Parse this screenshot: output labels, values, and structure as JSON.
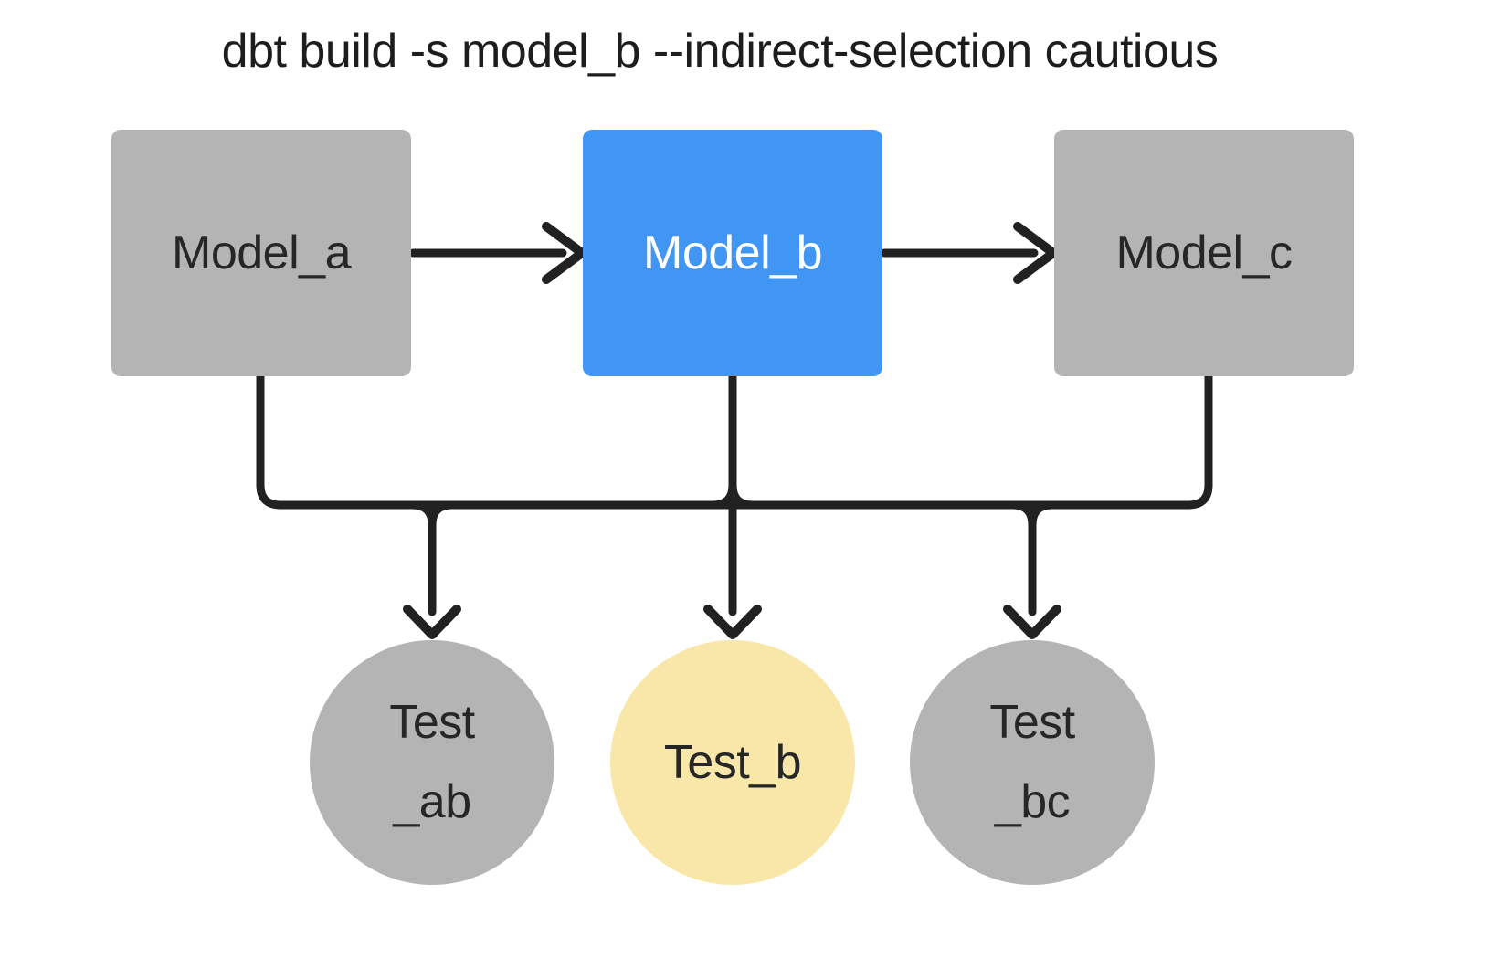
{
  "title": "dbt build -s model_b --indirect-selection cautious",
  "colors": {
    "selected_model": "#4296f3",
    "selected_test": "#f8e7a9",
    "unselected": "#b4b4b4",
    "line": "#212121",
    "text_dark": "#262626",
    "text_light": "#ffffff",
    "background": "#ffffff"
  },
  "nodes": {
    "model_a": {
      "label": "Model_a",
      "shape": "box",
      "state": "unselected",
      "color": "#b4b4b4"
    },
    "model_b": {
      "label": "Model_b",
      "shape": "box",
      "state": "selected",
      "color": "#4296f3"
    },
    "model_c": {
      "label": "Model_c",
      "shape": "box",
      "state": "unselected",
      "color": "#b4b4b4"
    },
    "test_ab": {
      "line1": "Test",
      "line2": "_ab",
      "shape": "circle",
      "state": "unselected",
      "color": "#b4b4b4"
    },
    "test_b": {
      "label": "Test_b",
      "shape": "circle",
      "state": "selected",
      "color": "#f8e7a9"
    },
    "test_bc": {
      "line1": "Test",
      "line2": "_bc",
      "shape": "circle",
      "state": "unselected",
      "color": "#b4b4b4"
    }
  },
  "edges": [
    {
      "from": "model_a",
      "to": "model_b"
    },
    {
      "from": "model_b",
      "to": "model_c"
    },
    {
      "from": "model_a",
      "to": "test_ab"
    },
    {
      "from": "model_b",
      "to": "test_ab"
    },
    {
      "from": "model_b",
      "to": "test_b"
    },
    {
      "from": "model_b",
      "to": "test_bc"
    },
    {
      "from": "model_c",
      "to": "test_bc"
    }
  ]
}
